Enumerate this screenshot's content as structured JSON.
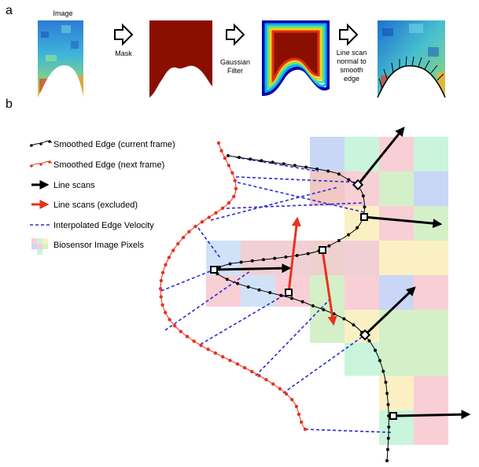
{
  "panel_a": {
    "letter": "a",
    "image_label": "Image",
    "step1": "Mask",
    "step2_line1": "Gaussian",
    "step2_line2": "Filter",
    "step3_line1": "Line scan",
    "step3_line2": "normal to",
    "step3_line3": "smooth",
    "step3_line4": "edge"
  },
  "panel_b": {
    "letter": "b",
    "legend": [
      {
        "label": "Smoothed Edge (current frame)",
        "icon": "black-dotted-line-icon"
      },
      {
        "label": "Smoothed Edge (next frame)",
        "icon": "red-dotted-line-icon"
      },
      {
        "label": "Line scans",
        "icon": "black-arrow-icon"
      },
      {
        "label": "Line scans (excluded)",
        "icon": "red-arrow-icon"
      },
      {
        "label": "Interpolated Edge Velocity",
        "icon": "blue-dashed-line-icon"
      },
      {
        "label": "Biosensor Image Pixels",
        "icon": "pixel-grid-icon"
      }
    ]
  },
  "colors": {
    "current_edge": "#000000",
    "next_edge": "#e8321e",
    "arrow": "#000000",
    "excluded_arrow": "#e8321e",
    "velocity": "#2a2ad6",
    "mask": "#8b0f00"
  }
}
